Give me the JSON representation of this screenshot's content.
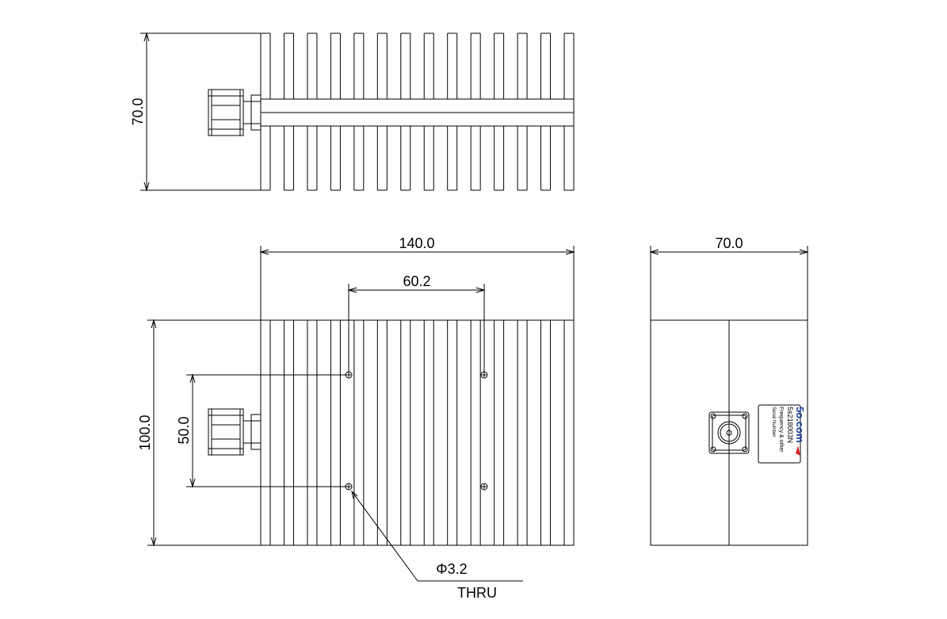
{
  "dimensions": {
    "top_height": "70.0",
    "overall_length": "140.0",
    "hole_spacing_x": "60.2",
    "overall_width": "100.0",
    "hole_spacing_y": "50.0",
    "side_width": "70.0"
  },
  "callout": {
    "hole_diameter": "Φ3.2",
    "hole_type": "THRU"
  },
  "label_plate": {
    "brand": "5o.com",
    "part_number": "5s218003N",
    "line2": "Frequency & other",
    "line3": "Serial Number"
  },
  "colors": {
    "line": "#000000",
    "brand": "#1f3f9a",
    "brand_accent": "#d6242b"
  }
}
